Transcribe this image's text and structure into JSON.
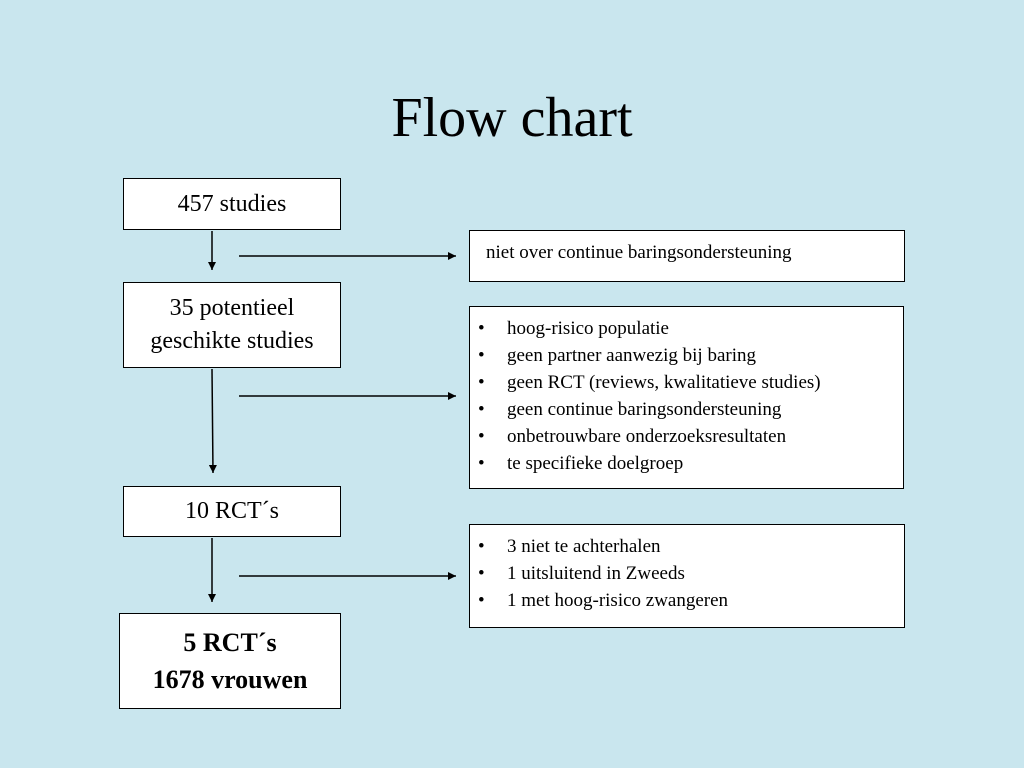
{
  "slide": {
    "title": "Flow chart"
  },
  "stages": [
    {
      "lines": [
        "457 studies"
      ]
    },
    {
      "lines": [
        "35 potentieel",
        "geschikte studies"
      ]
    },
    {
      "lines": [
        "10 RCT´s"
      ]
    },
    {
      "lines": [
        "5 RCT´s",
        "1678 vrouwen"
      ]
    }
  ],
  "exclusions": [
    {
      "items": [
        "niet over continue baringsondersteuning"
      ]
    },
    {
      "items": [
        "hoog-risico populatie",
        "geen partner aanwezig bij baring",
        "geen RCT (reviews, kwalitatieve studies)",
        "geen continue baringsondersteuning",
        "onbetrouwbare onderzoeksresultaten",
        "te specifieke doelgroep"
      ]
    },
    {
      "items": [
        "3 niet te achterhalen",
        "1 uitsluitend in Zweeds",
        "1 met hoog-risico zwangeren"
      ]
    }
  ],
  "bullet_symbol": "•"
}
